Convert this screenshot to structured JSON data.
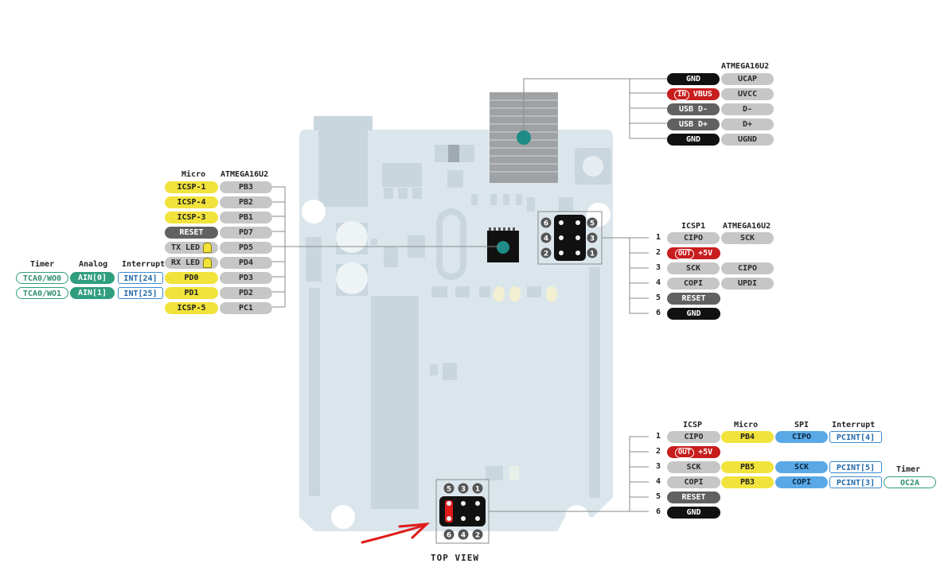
{
  "caption": "TOP VIEW",
  "usb_block": {
    "header": "ATMEGA16U2",
    "rows": [
      {
        "pin": "GND",
        "mcu": "UCAP",
        "pin_style": "black"
      },
      {
        "pin": "VBUS",
        "badge": "IN",
        "mcu": "UVCC",
        "pin_style": "red"
      },
      {
        "pin": "USB D-",
        "mcu": "D-",
        "pin_style": "dark"
      },
      {
        "pin": "USB D+",
        "mcu": "D+",
        "pin_style": "dark"
      },
      {
        "pin": "GND",
        "mcu": "UGND",
        "pin_style": "black"
      }
    ]
  },
  "left_block": {
    "headers": {
      "timer": "Timer",
      "analog": "Analog",
      "interrupt": "Interrupt",
      "micro": "Micro",
      "mcu": "ATMEGA16U2"
    },
    "rows": [
      {
        "micro": "ICSP-1",
        "mcu": "PB3",
        "micro_style": "yellow"
      },
      {
        "micro": "ICSP-4",
        "mcu": "PB2",
        "micro_style": "yellow"
      },
      {
        "micro": "ICSP-3",
        "mcu": "PB1",
        "micro_style": "yellow"
      },
      {
        "micro": "RESET",
        "mcu": "PD7",
        "micro_style": "dark"
      },
      {
        "micro": "TX LED",
        "mcu": "PD5",
        "micro_style": "gray",
        "bulb": true
      },
      {
        "micro": "RX LED",
        "mcu": "PD4",
        "micro_style": "gray",
        "bulb": true
      },
      {
        "micro": "PD0",
        "mcu": "PD3",
        "micro_style": "yellow",
        "timer": "TCA0/WO0",
        "analog": "AIN[0]",
        "interrupt": "INT[24]"
      },
      {
        "micro": "PD1",
        "mcu": "PD2",
        "micro_style": "yellow",
        "timer": "TCA0/WO1",
        "analog": "AIN[1]",
        "interrupt": "INT[25]"
      },
      {
        "micro": "ICSP-5",
        "mcu": "PC1",
        "micro_style": "yellow"
      }
    ]
  },
  "icsp1_block": {
    "headers": {
      "icsp": "ICSP1",
      "mcu": "ATMEGA16U2"
    },
    "rows": [
      {
        "num": "1",
        "icsp": "CIPO",
        "mcu": "SCK",
        "style": "gray"
      },
      {
        "num": "2",
        "icsp": "+5V",
        "badge": "OUT",
        "style": "red"
      },
      {
        "num": "3",
        "icsp": "SCK",
        "mcu": "CIPO",
        "style": "gray"
      },
      {
        "num": "4",
        "icsp": "COPI",
        "mcu": "UPDI",
        "style": "gray"
      },
      {
        "num": "5",
        "icsp": "RESET",
        "style": "dark"
      },
      {
        "num": "6",
        "icsp": "GND",
        "style": "black"
      }
    ]
  },
  "icsp_block": {
    "headers": {
      "icsp": "ICSP",
      "micro": "Micro",
      "spi": "SPI",
      "interrupt": "Interrupt",
      "timer": "Timer"
    },
    "rows": [
      {
        "num": "1",
        "icsp": "CIPO",
        "micro": "PB4",
        "spi": "CIPO",
        "interrupt": "PCINT[4]",
        "style": "gray"
      },
      {
        "num": "2",
        "icsp": "+5V",
        "badge": "OUT",
        "style": "red"
      },
      {
        "num": "3",
        "icsp": "SCK",
        "micro": "PB5",
        "spi": "SCK",
        "interrupt": "PCINT[5]",
        "style": "gray"
      },
      {
        "num": "4",
        "icsp": "COPI",
        "micro": "PB3",
        "spi": "COPI",
        "interrupt": "PCINT[3]",
        "timer": "OC2A",
        "style": "gray"
      },
      {
        "num": "5",
        "icsp": "RESET",
        "style": "dark"
      },
      {
        "num": "6",
        "icsp": "GND",
        "style": "black"
      }
    ]
  },
  "header_icsp1_pins": [
    "6",
    "5",
    "4",
    "3",
    "2",
    "1"
  ],
  "header_icsp_top_pins": [
    "5",
    "3",
    "1"
  ],
  "header_icsp_bottom_pins": [
    "6",
    "4",
    "2"
  ],
  "colors": {
    "board": "#dbe6ec",
    "board_detail": "#c9d6de",
    "teal_dot": "#1e8b86",
    "annotation": "#e01b1b"
  }
}
